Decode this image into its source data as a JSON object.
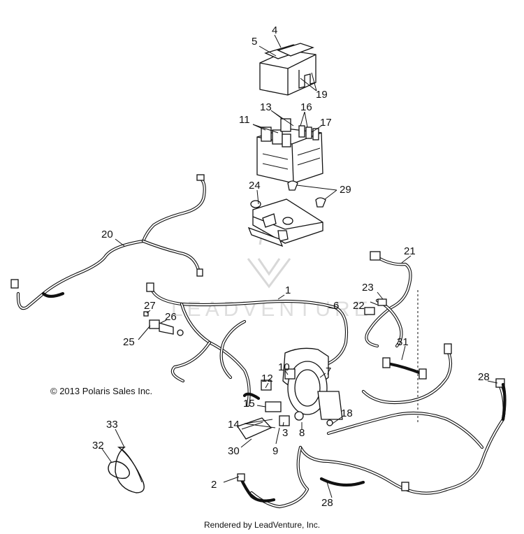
{
  "copyright": "© 2013 Polaris Sales Inc.",
  "credit": "Rendered by LeadVenture, Inc.",
  "watermark": "LEADVENTURE",
  "callouts": [
    "4",
    "5",
    "19",
    "13",
    "16",
    "11",
    "17",
    "24",
    "29",
    "20",
    "21",
    "1",
    "23",
    "22",
    "6",
    "27",
    "26",
    "25",
    "31",
    "10",
    "7",
    "12",
    "28",
    "15",
    "18",
    "14",
    "3",
    "8",
    "30",
    "9",
    "33",
    "32",
    "2",
    "28"
  ]
}
